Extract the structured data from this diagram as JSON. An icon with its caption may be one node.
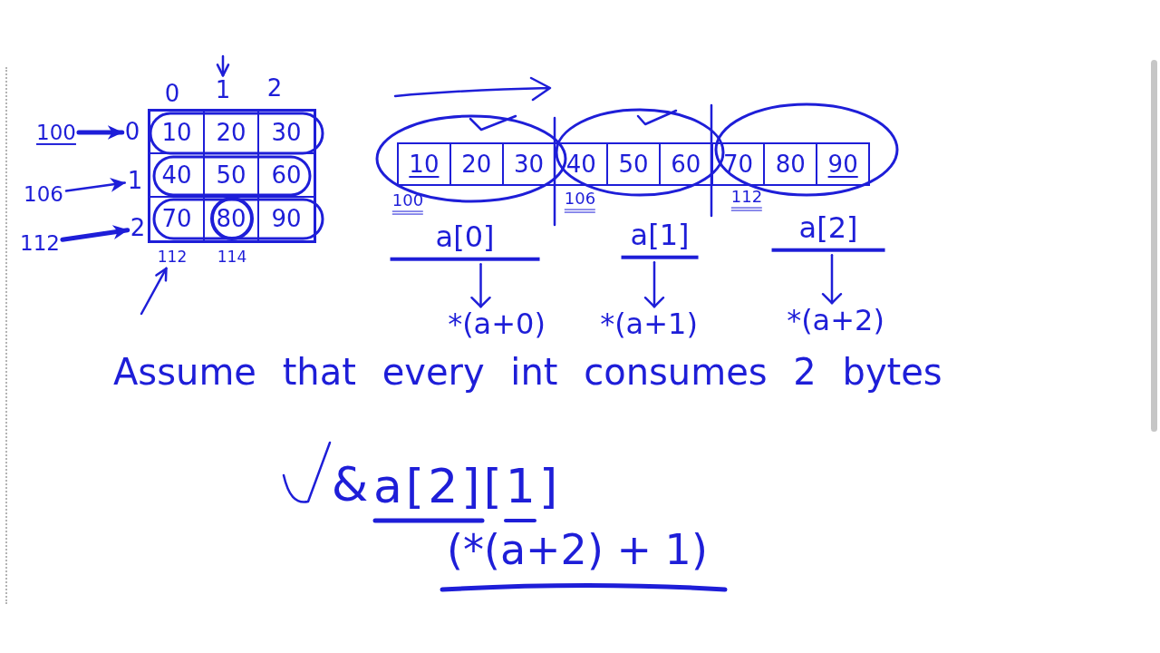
{
  "diagram": {
    "nodes": [
      {
        "text": [
          "0"
        ]
      },
      {
        "text": [
          "1"
        ]
      },
      {
        "text": [
          "2"
        ]
      },
      {
        "text": [
          "100"
        ]
      },
      {
        "text": [
          "0"
        ]
      },
      {
        "text": [],
        "shape": "box"
      },
      {
        "text": [
          "10"
        ],
        "in": 5
      },
      {
        "text": [
          "20"
        ],
        "in": 5
      },
      {
        "text": [
          "30"
        ],
        "in": 5
      },
      {
        "text": [
          "106"
        ]
      },
      {
        "text": [
          "1"
        ]
      },
      {
        "text": [
          "40"
        ],
        "in": 5
      },
      {
        "text": [
          "50"
        ],
        "in": 5
      },
      {
        "text": [
          "60"
        ],
        "in": 5
      },
      {
        "text": [
          "112"
        ]
      },
      {
        "text": [
          "2"
        ]
      },
      {
        "text": [
          "70"
        ],
        "in": 5
      },
      {
        "text": [
          "80"
        ],
        "in": 5
      },
      {
        "text": [
          "90"
        ],
        "in": 5
      },
      {
        "text": [
          "112"
        ]
      },
      {
        "text": [],
        "shape": "box"
      },
      {
        "text": [
          "10"
        ],
        "in": 20
      },
      {
        "text": [
          "20"
        ],
        "in": 20
      },
      {
        "text": [
          "30"
        ],
        "in": 20
      },
      {
        "text": [
          "40"
        ],
        "in": 20
      },
      {
        "text": [
          "50"
        ],
        "in": 20
      },
      {
        "text": [
          "60"
        ],
        "in": 20
      },
      {
        "text": [
          "70"
        ],
        "in": 20
      },
      {
        "text": [
          "80"
        ],
        "in": 20
      },
      {
        "text": [
          "90"
        ],
        "in": 20
      },
      {
        "text": [
          "a[0]"
        ]
      },
      {
        "text": [
          "a[1]"
        ]
      },
      {
        "text": [
          "a[2]"
        ]
      },
      {
        "text": [
          "*(a+0)"
        ]
      },
      {
        "text": [
          "*(a+1)"
        ]
      },
      {
        "text": [
          "*(a+2)"
        ]
      }
    ],
    "edges": [
      {
        "from": null,
        "to": 1,
        "arrow": "to"
      },
      {
        "from": 3,
        "to": 4,
        "arrow": "to",
        "style": "thick"
      },
      {
        "from": 9,
        "to": 10,
        "arrow": "to"
      },
      {
        "from": 14,
        "to": 15,
        "arrow": "to",
        "style": "thick"
      },
      {
        "from": null,
        "to": 19,
        "arrow": "to"
      },
      {
        "from": 30,
        "to": 33,
        "arrow": "to"
      },
      {
        "from": 31,
        "to": 34,
        "arrow": "to"
      },
      {
        "from": 32,
        "to": 35,
        "arrow": "to"
      }
    ],
    "labels": [
      "114",
      "100",
      "106",
      "112",
      "Assume that every int consumes 2 bytes",
      "&",
      "a[2][1]",
      "(*(a+2) + 1)"
    ]
  }
}
